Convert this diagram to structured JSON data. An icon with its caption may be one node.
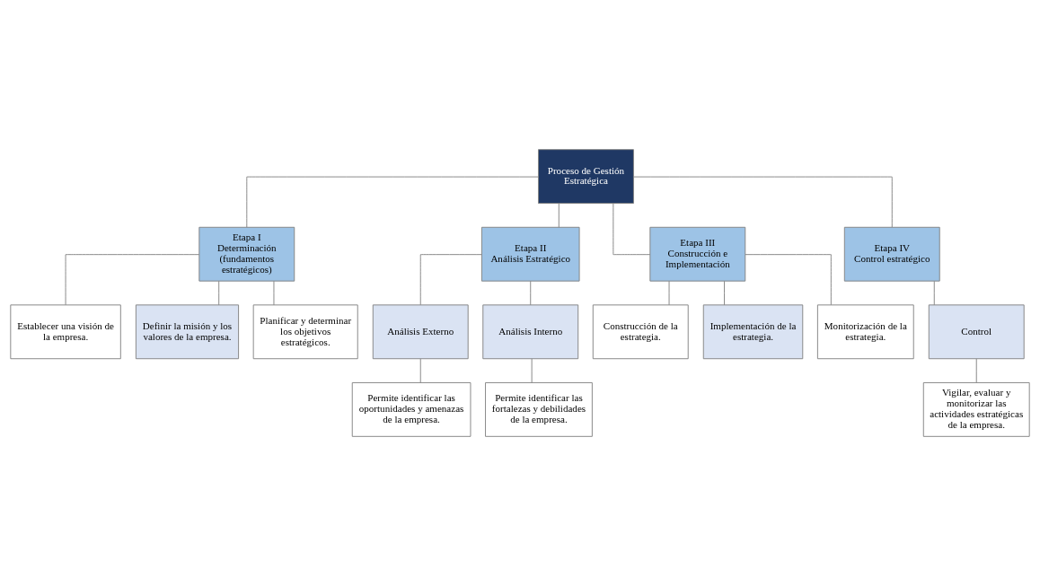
{
  "diagram": {
    "nodes": [
      {
        "text": [
          "Proceso de Gestión Estratégica"
        ]
      },
      {
        "text": [
          "Etapa I",
          "Determinación (fundamentos estratégicos)"
        ]
      },
      {
        "text": [
          "Etapa II",
          "Análisis Estratégico"
        ]
      },
      {
        "text": [
          "Etapa III",
          "Construcción e Implementación"
        ]
      },
      {
        "text": [
          "Etapa IV",
          "Control estratégico"
        ]
      },
      {
        "text": [
          "Establecer una visión de la empresa."
        ]
      },
      {
        "text": [
          "Definir la misión y los valores de la empresa."
        ]
      },
      {
        "text": [
          "Planificar y determinar los objetivos estratégicos."
        ]
      },
      {
        "text": [
          "Análisis Externo"
        ]
      },
      {
        "text": [
          "Análisis Interno"
        ]
      },
      {
        "text": [
          "Permite identificar las oportunidades y amenazas de la empresa."
        ]
      },
      {
        "text": [
          "Permite identificar las fortalezas y debilidades de la empresa."
        ]
      },
      {
        "text": [
          "Construcción de la estrategia."
        ]
      },
      {
        "text": [
          "Implementación de la estrategia."
        ]
      },
      {
        "text": [
          "Monitorización de la estrategia."
        ]
      },
      {
        "text": [
          "Control"
        ]
      },
      {
        "text": [
          "Vigilar, evaluar y monitorizar las actividades estratégicas de la empresa."
        ]
      }
    ],
    "edges": [
      {
        "from": 0,
        "to": 1,
        "arrow": "none"
      },
      {
        "from": 0,
        "to": 2,
        "arrow": "none"
      },
      {
        "from": 0,
        "to": 3,
        "arrow": "none"
      },
      {
        "from": 0,
        "to": 4,
        "arrow": "none"
      },
      {
        "from": 1,
        "to": 5,
        "arrow": "none"
      },
      {
        "from": 1,
        "to": 6,
        "arrow": "none"
      },
      {
        "from": 1,
        "to": 7,
        "arrow": "none"
      },
      {
        "from": 2,
        "to": 8,
        "arrow": "none"
      },
      {
        "from": 2,
        "to": 9,
        "arrow": "none"
      },
      {
        "from": 8,
        "to": 10,
        "arrow": "none"
      },
      {
        "from": 9,
        "to": 11,
        "arrow": "none"
      },
      {
        "from": 3,
        "to": 12,
        "arrow": "none"
      },
      {
        "from": 3,
        "to": 13,
        "arrow": "none"
      },
      {
        "from": 3,
        "to": 14,
        "arrow": "none"
      },
      {
        "from": 4,
        "to": 15,
        "arrow": "none"
      },
      {
        "from": 15,
        "to": 16,
        "arrow": "none"
      }
    ]
  }
}
